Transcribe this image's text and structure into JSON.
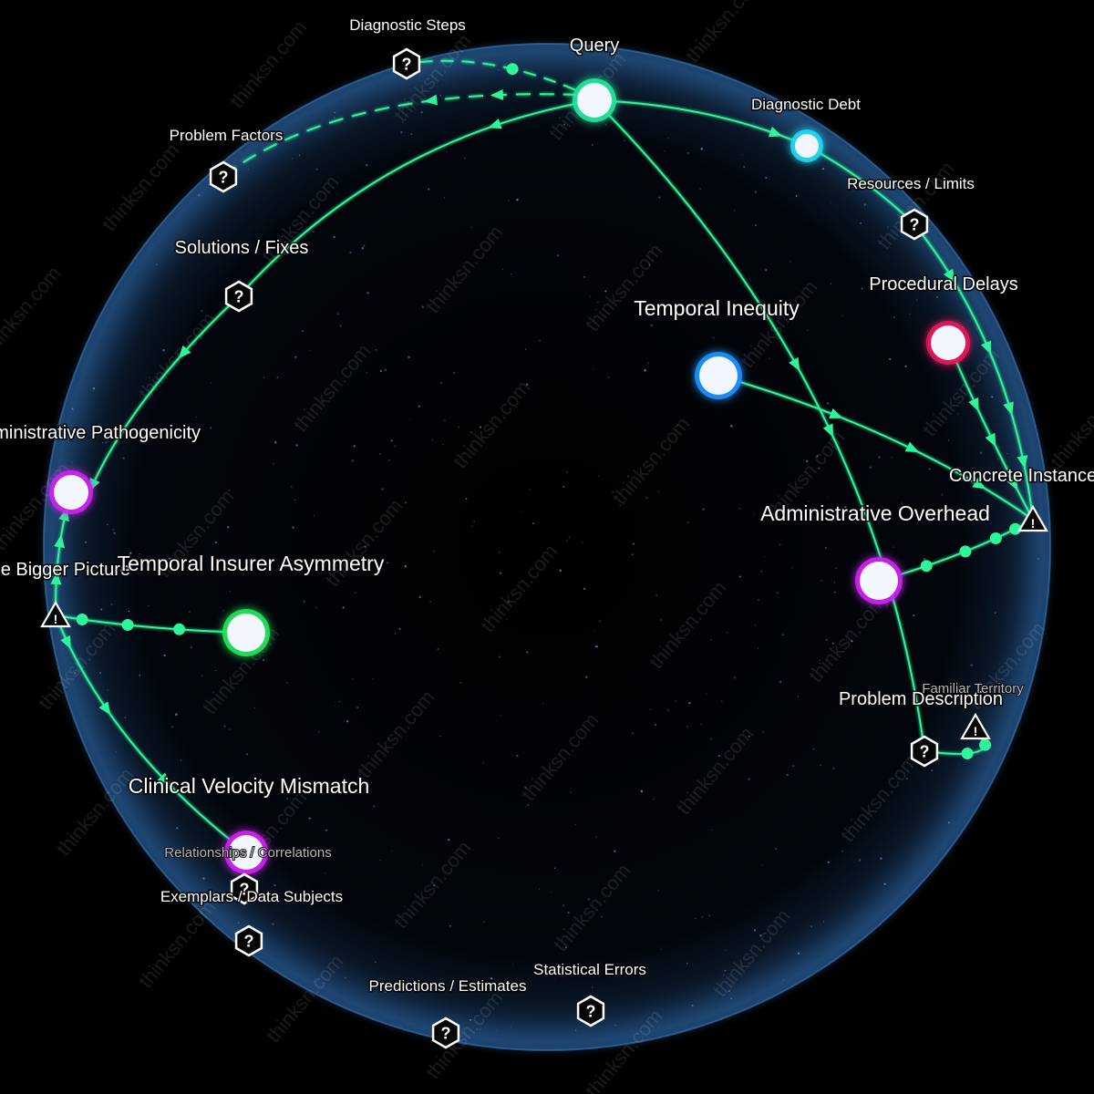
{
  "watermark": "thinksn.com",
  "colors": {
    "edge": "#2ef59a",
    "background": "#000000",
    "sphere_rim": "#4a8ed8",
    "concept_green": "#22e35a",
    "concept_blue": "#1e90ff",
    "concept_magenta": "#cc22ee",
    "concept_red": "#e8185a",
    "query": "#22e39a",
    "cyan": "#20d8f0"
  },
  "nodes": [
    {
      "id": "query",
      "label": "Query",
      "kind": "circle",
      "color": "#22e39a",
      "label_size": "medium"
    },
    {
      "id": "diagnostic-steps",
      "label": "Diagnostic Steps",
      "kind": "question",
      "label_size": "small"
    },
    {
      "id": "problem-factors",
      "label": "Problem Factors",
      "kind": "question",
      "label_size": "small"
    },
    {
      "id": "solutions-fixes",
      "label": "Solutions / Fixes",
      "kind": "question",
      "label_size": "medium"
    },
    {
      "id": "diagnostic-debt",
      "label": "Diagnostic Debt",
      "kind": "small-circle",
      "color": "#20d8f0",
      "label_size": "small"
    },
    {
      "id": "resources-limits",
      "label": "Resources / Limits",
      "kind": "question",
      "label_size": "small"
    },
    {
      "id": "procedural-delays",
      "label": "Procedural Delays",
      "kind": "circle",
      "color": "#e8185a",
      "label_size": "medium"
    },
    {
      "id": "temporal-inequity",
      "label": "Temporal Inequity",
      "kind": "circle",
      "color": "#1e90ff",
      "label_size": "large"
    },
    {
      "id": "concrete-instance",
      "label": "Concrete Instance",
      "kind": "warning",
      "label_size": "medium"
    },
    {
      "id": "administrative-overhead",
      "label": "Administrative Overhead",
      "kind": "circle",
      "color": "#cc22ee",
      "label_size": "large"
    },
    {
      "id": "administrative-pathogenicity",
      "label": "Administrative Pathogenicity",
      "kind": "circle",
      "color": "#cc22ee",
      "label_size": "medium"
    },
    {
      "id": "the-bigger-picture",
      "label": "The Bigger Picture",
      "kind": "warning",
      "label_size": "medium"
    },
    {
      "id": "temporal-insurer-asymmetry",
      "label": "Temporal Insurer Asymmetry",
      "kind": "circle",
      "color": "#22e35a",
      "label_size": "large"
    },
    {
      "id": "clinical-velocity-mismatch",
      "label": "Clinical Velocity Mismatch",
      "kind": "circle",
      "color": "#cc22ee",
      "label_size": "large"
    },
    {
      "id": "relationships-correlations",
      "label": "Relationships / Correlations",
      "kind": "question",
      "label_size": "faint"
    },
    {
      "id": "exemplars-data-subjects",
      "label": "Exemplars / Data Subjects",
      "kind": "question",
      "label_size": "small"
    },
    {
      "id": "predictions-estimates",
      "label": "Predictions / Estimates",
      "kind": "question",
      "label_size": "small"
    },
    {
      "id": "statistical-errors",
      "label": "Statistical Errors",
      "kind": "question",
      "label_size": "small"
    },
    {
      "id": "problem-description",
      "label": "Problem Description",
      "kind": "question",
      "label_size": "medium"
    },
    {
      "id": "familiar-territory",
      "label": "Familiar Territory",
      "kind": "warning",
      "label_size": "faint"
    }
  ]
}
